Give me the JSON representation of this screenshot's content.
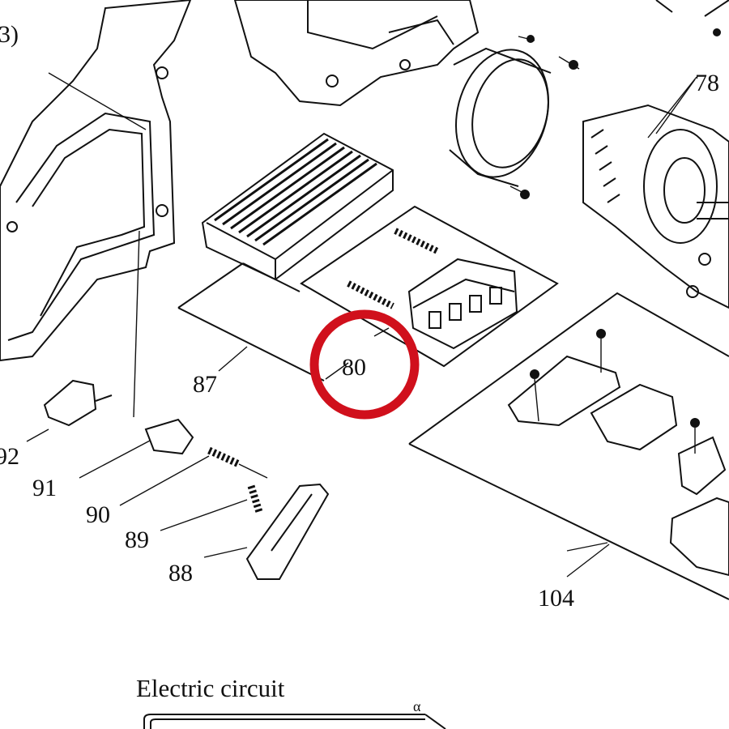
{
  "diagram": {
    "part_labels": {
      "p78": "78",
      "p80": "80",
      "p87": "87",
      "p88": "88",
      "p89": "89",
      "p90": "90",
      "p91": "91",
      "p92": "92",
      "p104": "104",
      "p_partial": "3)",
      "p_small": "α"
    },
    "section_title": "Electric circuit",
    "highlight": {
      "target_label": "80",
      "color": "#d0101c"
    }
  }
}
